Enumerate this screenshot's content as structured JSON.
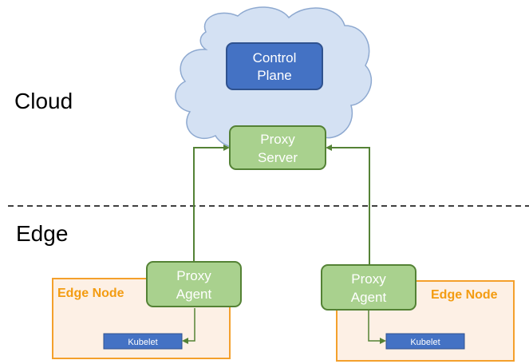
{
  "zones": {
    "cloud_label": "Cloud",
    "edge_label": "Edge"
  },
  "control_plane": {
    "line1": "Control",
    "line2": "Plane"
  },
  "proxy_server": {
    "line1": "Proxy",
    "line2": "Server"
  },
  "edge_nodes": [
    {
      "title": "Edge Node",
      "agent_line1": "Proxy",
      "agent_line2": "Agent",
      "kubelet": "Kubelet"
    },
    {
      "title": "Edge Node",
      "agent_line1": "Proxy",
      "agent_line2": "Agent",
      "kubelet": "Kubelet"
    }
  ],
  "colors": {
    "cloud_fill": "#d4e1f3",
    "cloud_stroke": "#8ea9d0",
    "control_plane_fill": "#4472c4",
    "control_plane_stroke": "#2f528f",
    "proxy_fill": "#a9d18e",
    "proxy_stroke": "#548235",
    "edge_node_fill": "#fdf0e5",
    "edge_node_stroke": "#f4a02c",
    "edge_node_text": "#f39c12",
    "kubelet_fill": "#4472c4",
    "arrow": "#548235"
  }
}
